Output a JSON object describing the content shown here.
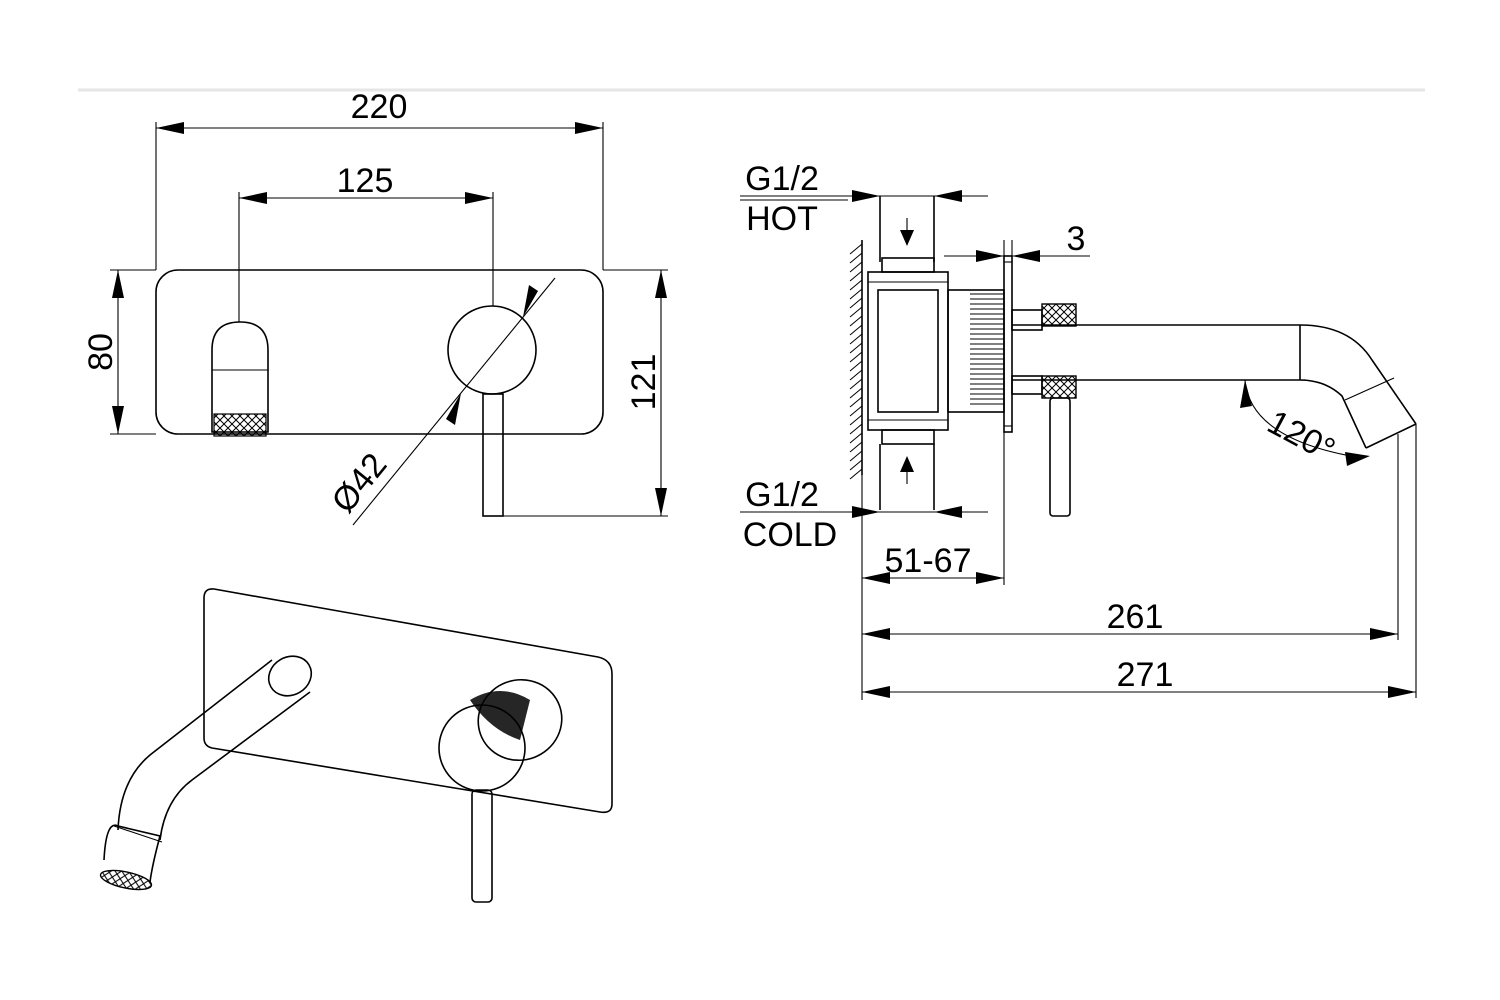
{
  "dimensions": {
    "front_width": "220",
    "front_spacing": "125",
    "front_height": "80",
    "front_total_height": "121",
    "handle_diameter": "Ø42",
    "hot_thread": "G1/2",
    "hot_label": "HOT",
    "cold_thread": "G1/2",
    "cold_label": "COLD",
    "plate_thickness": "3",
    "wall_depth_range": "51-67",
    "spout_reach": "261",
    "total_depth": "271",
    "spout_swivel_angle": "120°"
  }
}
